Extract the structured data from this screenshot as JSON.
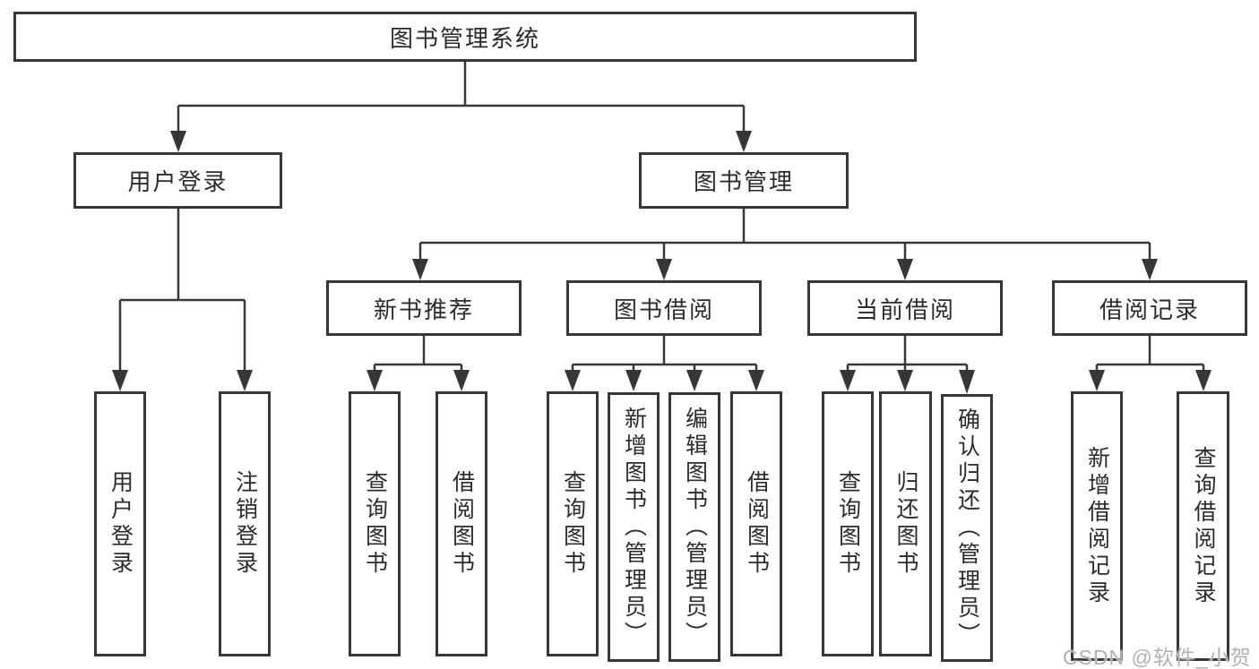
{
  "diagram": {
    "root": {
      "label": "图书管理系统",
      "children": [
        {
          "label": "用户登录",
          "children": [
            {
              "label": "用户登录"
            },
            {
              "label": "注销登录"
            }
          ]
        },
        {
          "label": "图书管理",
          "children": [
            {
              "label": "新书推荐",
              "children": [
                {
                  "label": "查询图书"
                },
                {
                  "label": "借阅图书"
                }
              ]
            },
            {
              "label": "图书借阅",
              "children": [
                {
                  "label": "查询图书"
                },
                {
                  "label": "新增图书（管理员）"
                },
                {
                  "label": "编辑图书（管理员）"
                },
                {
                  "label": "借阅图书"
                }
              ]
            },
            {
              "label": "当前借阅",
              "children": [
                {
                  "label": "查询图书"
                },
                {
                  "label": "归还图书"
                },
                {
                  "label": "确认归还（管理员）"
                }
              ]
            },
            {
              "label": "借阅记录",
              "children": [
                {
                  "label": "新增借阅记录"
                },
                {
                  "label": "查询借阅记录"
                }
              ]
            }
          ]
        }
      ]
    },
    "watermark": "CSDN @软件_小贺同学",
    "colors": {
      "line": "#373737",
      "box_border": "#373737",
      "text": "#2b2b2b",
      "background": "#ffffff",
      "watermark": "#b1b1b1"
    }
  }
}
